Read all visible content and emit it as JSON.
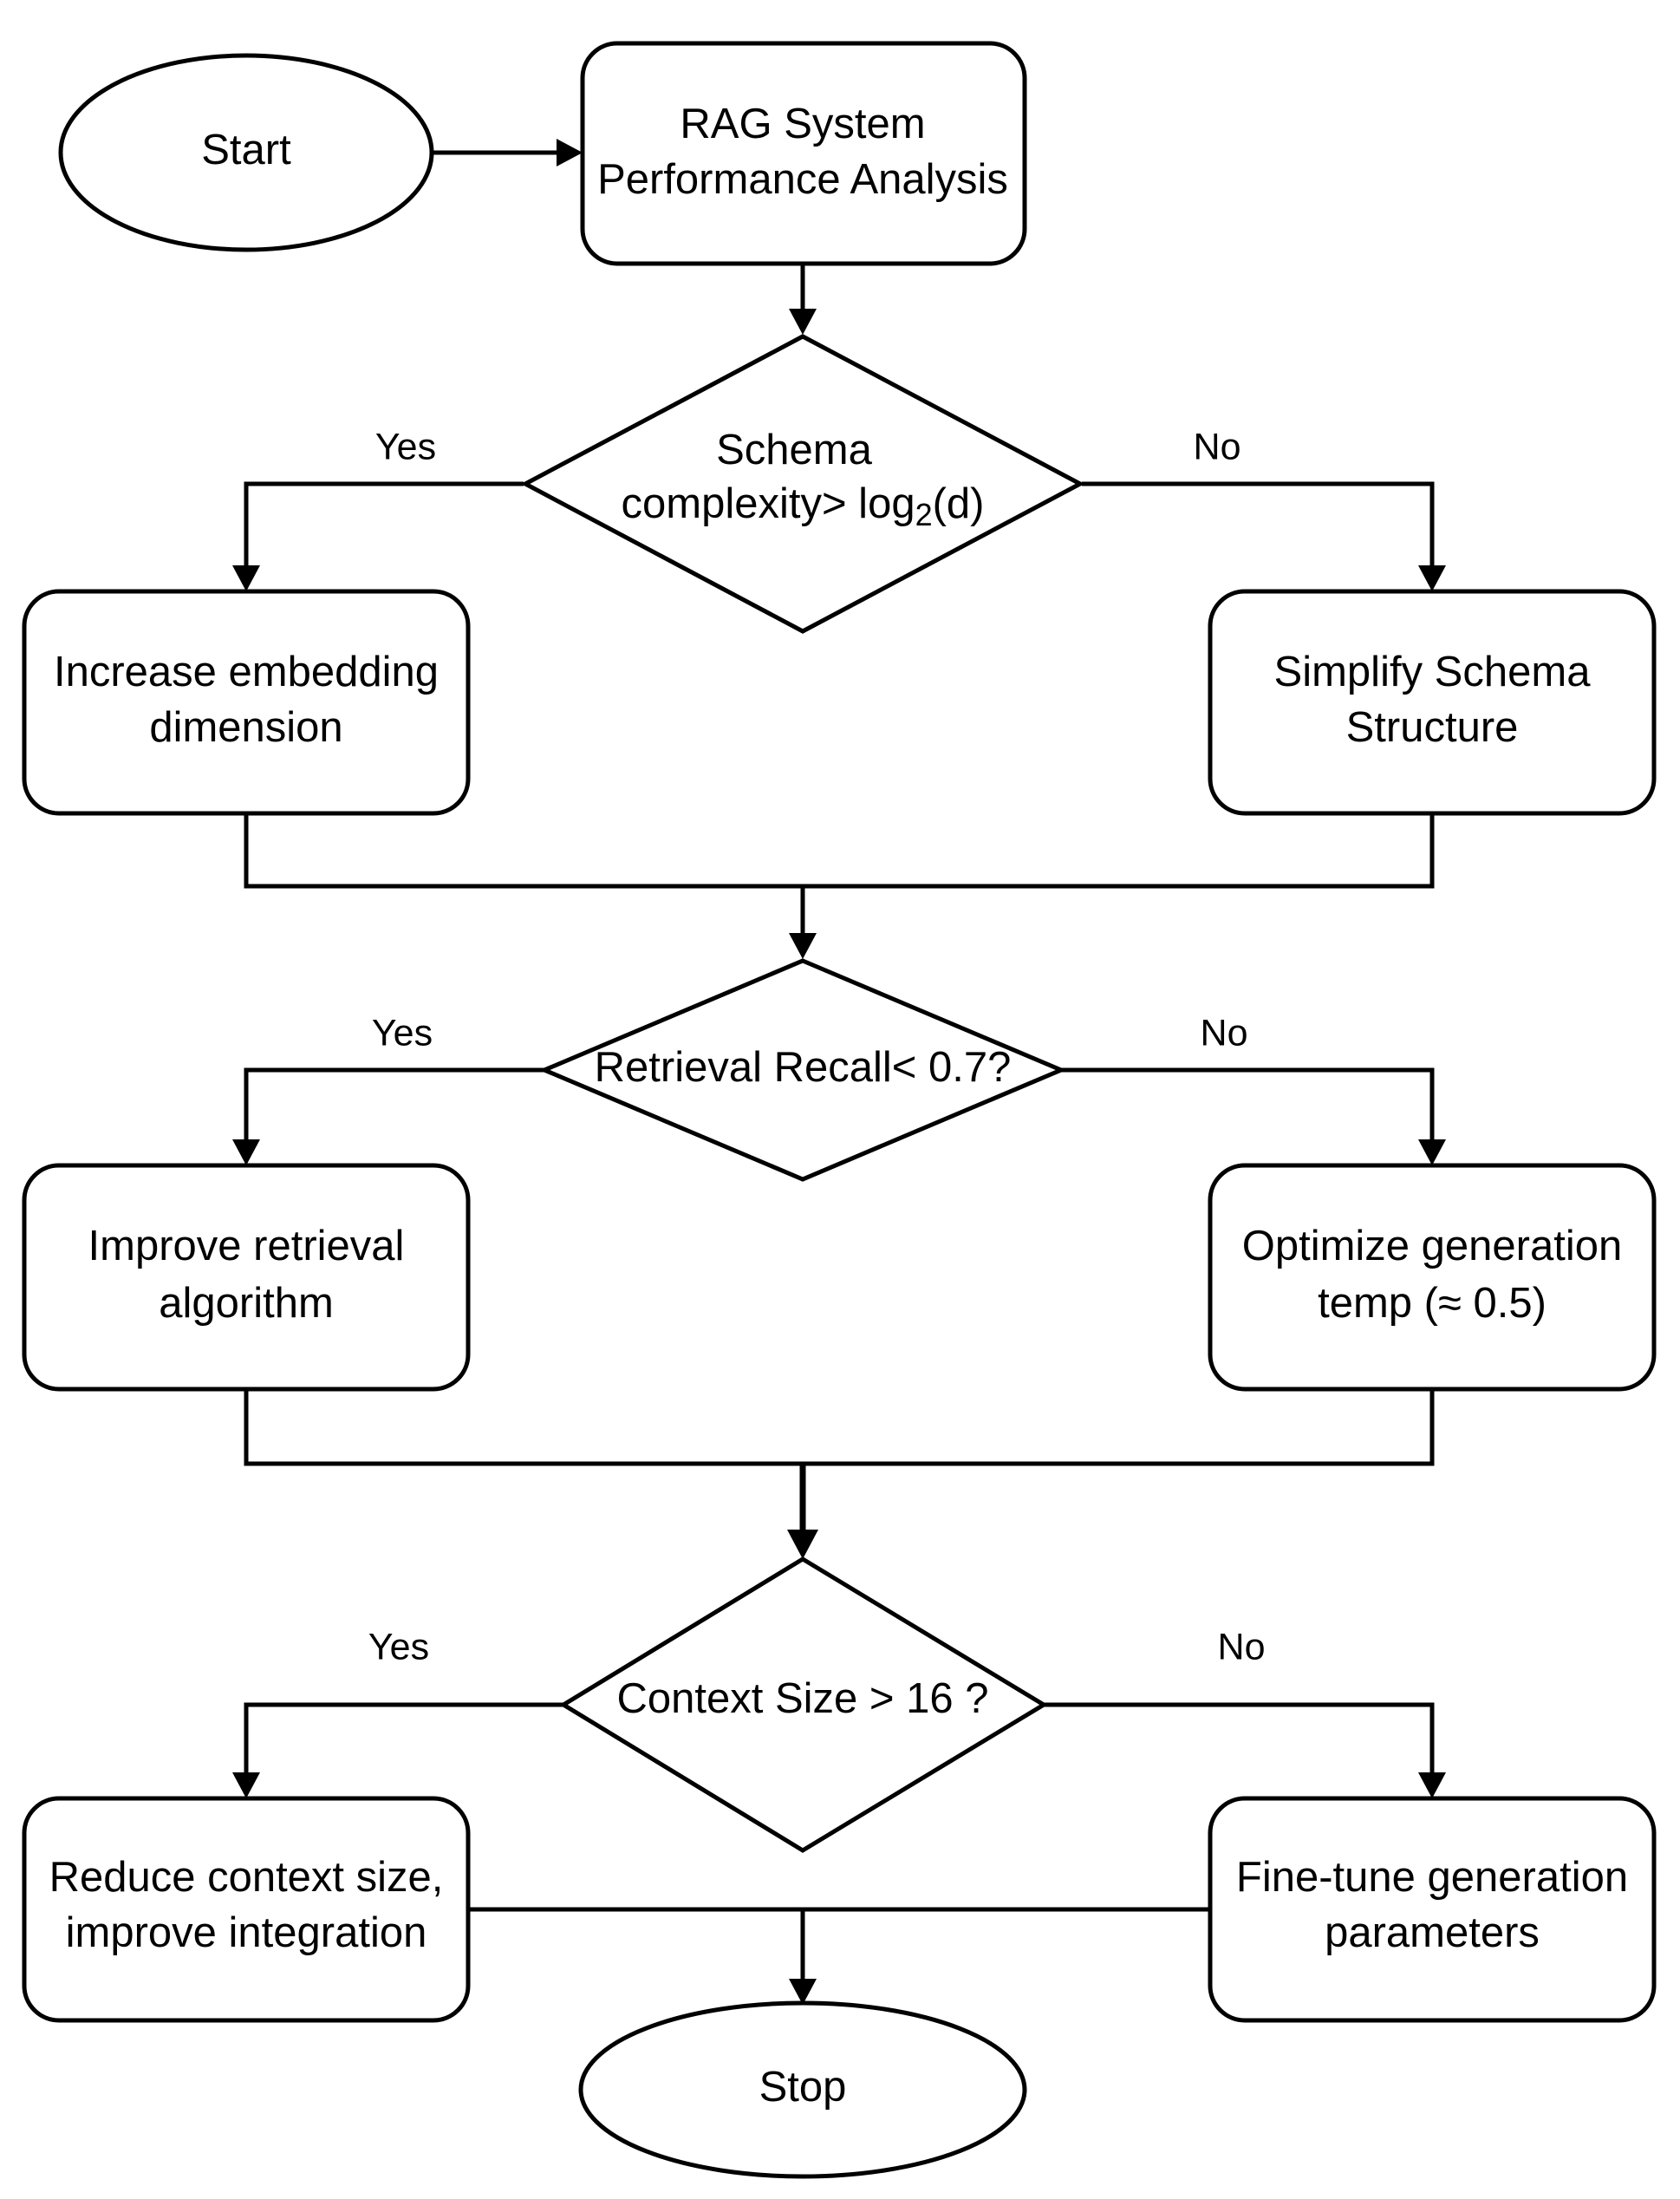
{
  "nodes": {
    "start": "Start",
    "rag_analysis": [
      "RAG System",
      "Performance Analysis"
    ],
    "decision1": {
      "line1": "Schema",
      "line2_prefix": "complexity> log",
      "line2_sub": "2",
      "line2_suffix": "(d)"
    },
    "increase_embedding": [
      "Increase embedding",
      "dimension"
    ],
    "simplify_schema": [
      "Simplify Schema",
      "Structure"
    ],
    "decision2": "Retrieval Recall< 0.7?",
    "improve_retrieval": [
      "Improve retrieval",
      "algorithm"
    ],
    "optimize_generation": [
      "Optimize generation",
      "temp (≈ 0.5)"
    ],
    "decision3": "Context Size > 16 ?",
    "reduce_context": [
      "Reduce context size,",
      "improve integration"
    ],
    "fine_tune": [
      "Fine-tune generation",
      "parameters"
    ],
    "stop": "Stop"
  },
  "branch_labels": {
    "yes": "Yes",
    "no": "No"
  }
}
